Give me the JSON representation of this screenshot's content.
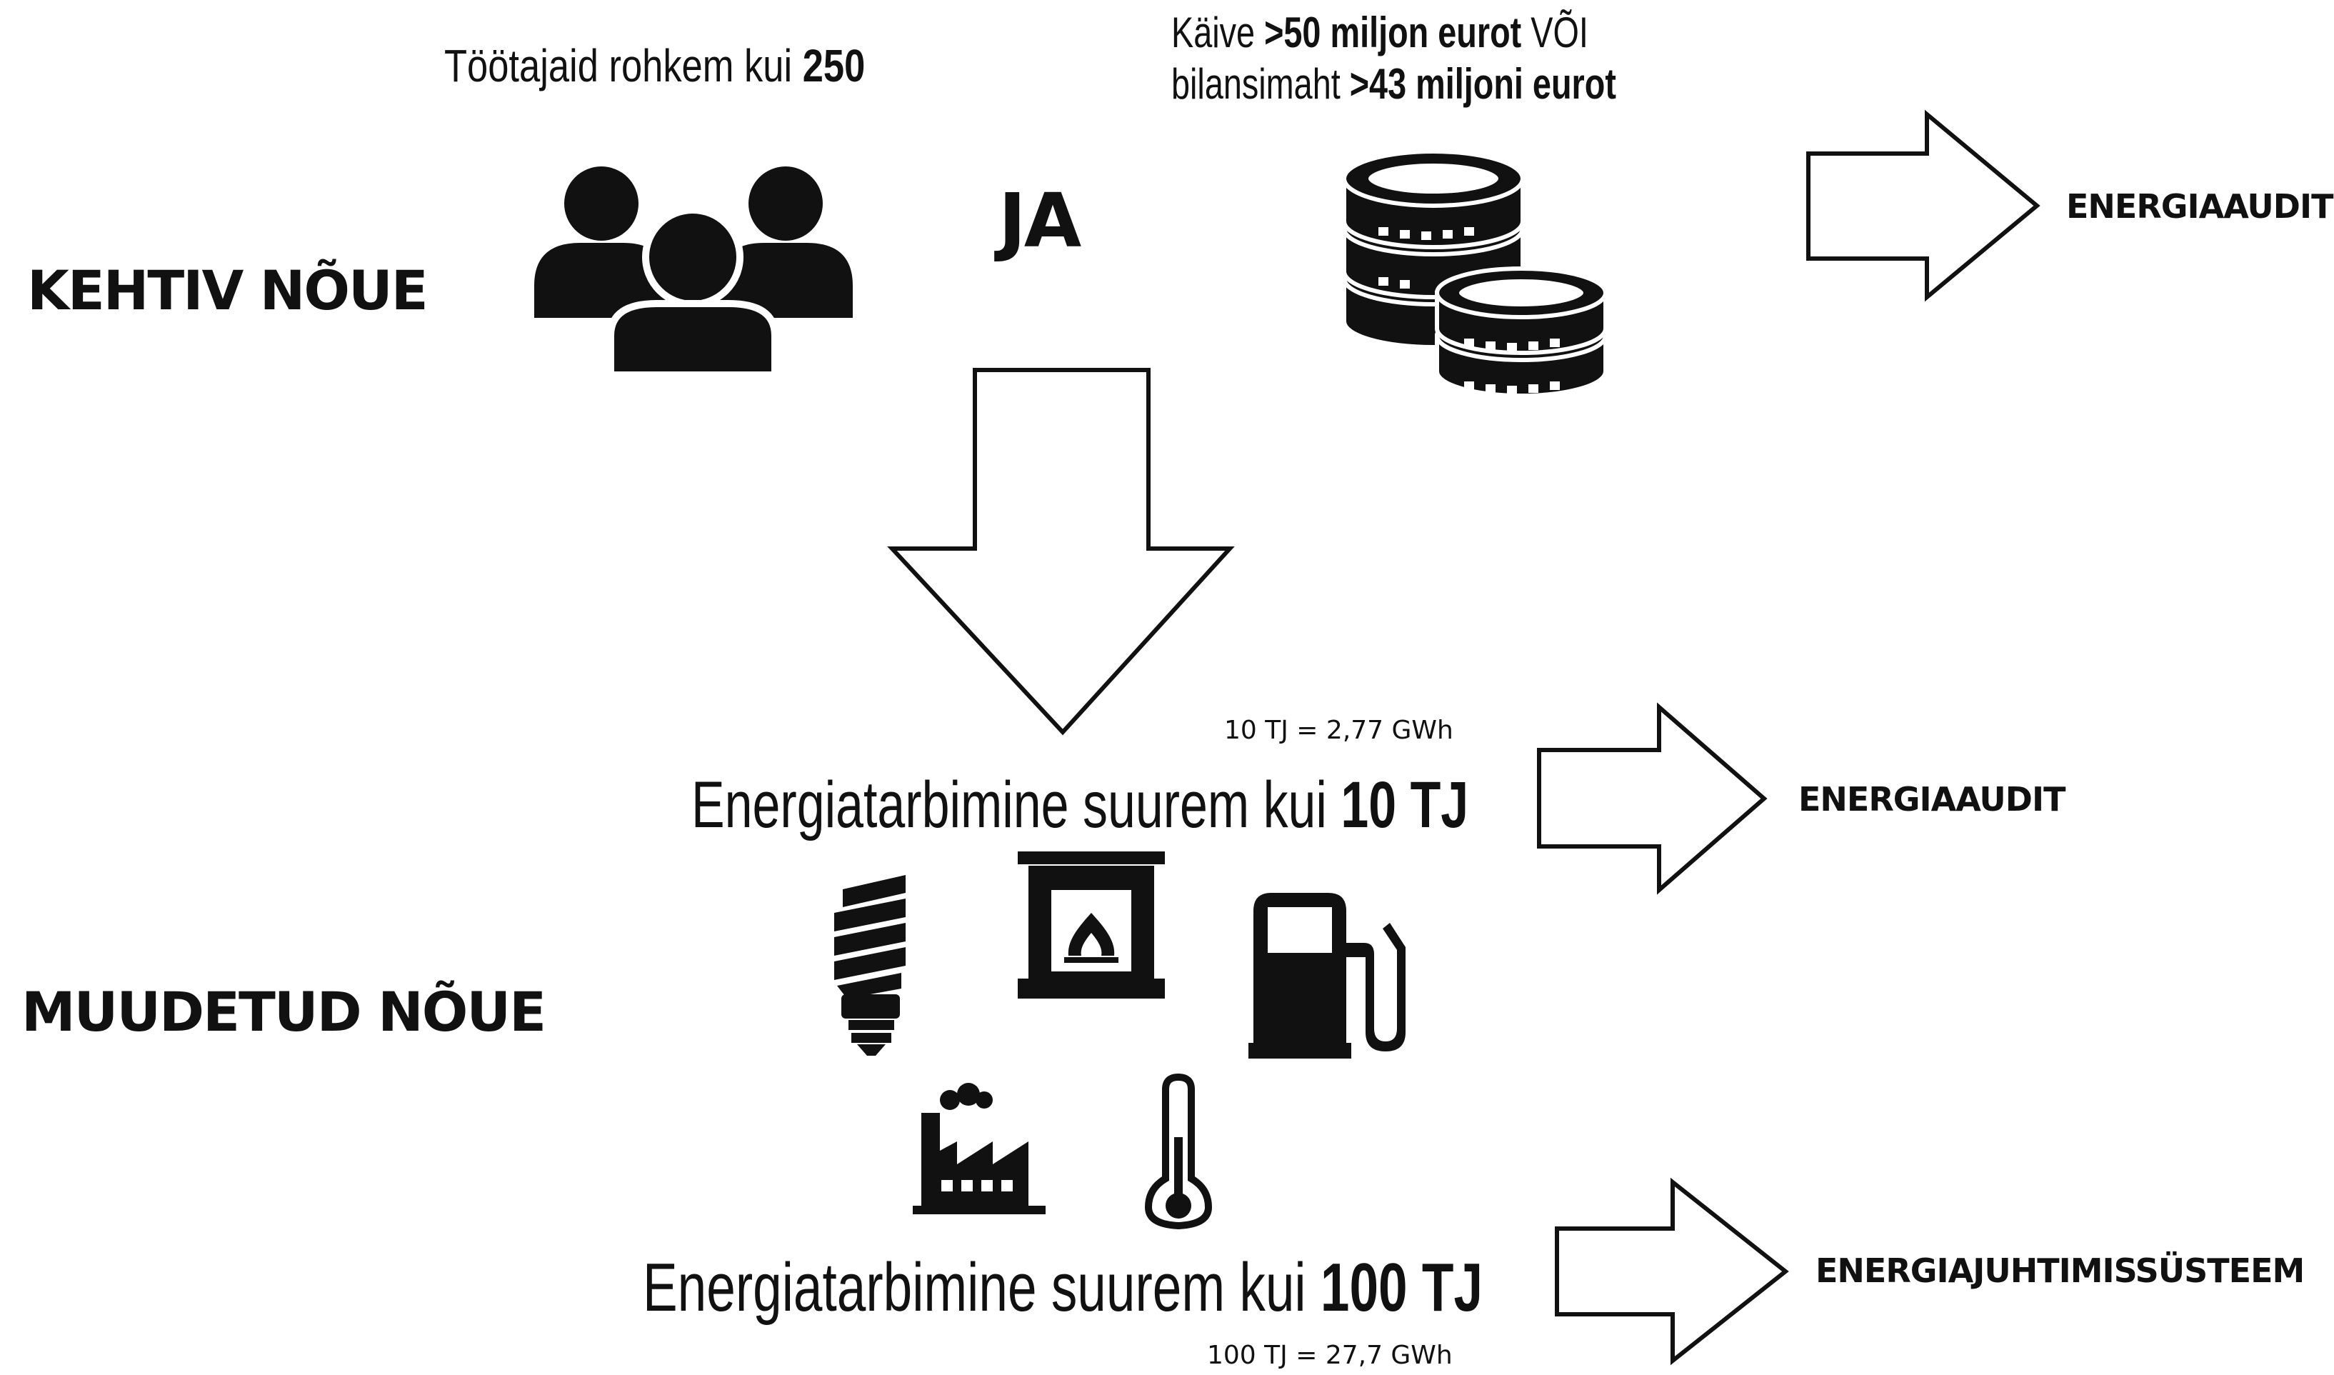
{
  "requirements": {
    "current": "KEHTIV NÕUE",
    "changed": "MUUDETUD NÕUE"
  },
  "employees": {
    "prefix": "Töötajaid rohkem kui ",
    "value": "250"
  },
  "connector": "JA",
  "turnover": {
    "prefix": "Käive ",
    "value": ">50 miljon eurot",
    "or": " VÕI",
    "line2_prefix": "bilansimaht ",
    "line2_value": ">43 miljoni eurot"
  },
  "consumption_10": {
    "prefix": "Energiatarbimine suurem kui ",
    "value": "10 TJ",
    "conversion": "10 TJ = 2,77 GWh"
  },
  "consumption_100": {
    "prefix": "Energiatarbimine suurem kui ",
    "value": "100 TJ",
    "conversion": "100 TJ = 27,7 GWh"
  },
  "outcomes": {
    "audit_current": "ENERGIAAUDIT",
    "audit_changed": "ENERGIAAUDIT",
    "management": "ENERGIAJUHTIMISSÜSTEEM"
  },
  "icons": [
    "people-icon",
    "coins-icon",
    "light-bulb-icon",
    "fireplace-icon",
    "fuel-pump-icon",
    "factory-icon",
    "thermometer-icon"
  ]
}
